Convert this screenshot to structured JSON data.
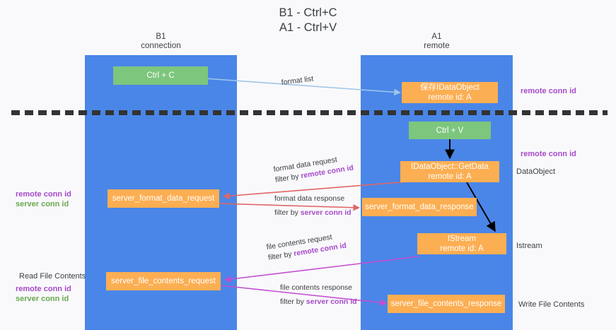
{
  "title": {
    "line1": "B1 - Ctrl+C",
    "line2": "A1 - Ctrl+V"
  },
  "lanes": [
    {
      "id": "b1",
      "line1": "B1",
      "line2": "connection",
      "color": "#4a86e8"
    },
    {
      "id": "a1",
      "line1": "A1",
      "line2": "remote",
      "color": "#4a86e8"
    }
  ],
  "colors": {
    "lane": "#4a86e8",
    "green_node": "#7dc67d",
    "orange_node": "#fcae52",
    "remote_conn_id": "#a64ac9",
    "server_conn_id": "#6aa84f",
    "arrow_format_list": "#9fc5e8",
    "arrow_format_data": "#e06666",
    "arrow_file_contents": "#c34fd0",
    "arrow_black": "#000000",
    "separator": "#333333",
    "background": "#f9f9fb"
  },
  "nodes": [
    {
      "key": "ctrl_c",
      "line1": "Ctrl + C",
      "line2": "",
      "style": "green"
    },
    {
      "key": "save_idataobject",
      "line1": "保存IDataObject",
      "line2": "remote id: A",
      "style": "orange"
    },
    {
      "key": "ctrl_v",
      "line1": "Ctrl + V",
      "line2": "",
      "style": "green"
    },
    {
      "key": "idataobject_getdata",
      "line1": "IDataObject::GetData",
      "line2": "remote id: A",
      "style": "orange"
    },
    {
      "key": "server_format_data_request",
      "line1": "server_format_data_request",
      "line2": "",
      "style": "orange"
    },
    {
      "key": "server_format_data_response",
      "line1": "server_format_data_response",
      "line2": "",
      "style": "orange"
    },
    {
      "key": "istream",
      "line1": "IStream",
      "line2": "remote id: A",
      "style": "orange"
    },
    {
      "key": "server_file_contents_request",
      "line1": "server_file_contents_request",
      "line2": "",
      "style": "orange"
    },
    {
      "key": "server_file_contents_response",
      "line1": "server_file_contents_response",
      "line2": "",
      "style": "orange"
    }
  ],
  "edge_labels": {
    "format_list": {
      "text": "format list"
    },
    "format_data_request": {
      "line1": "format data request",
      "line2_prefix": "filter by ",
      "line2_key": "remote conn id"
    },
    "format_data_response": {
      "line1": "format data response",
      "line2_prefix": "filter by ",
      "line2_key": "server conn id"
    },
    "file_contents_request": {
      "line1": "file contents request",
      "line2_prefix": "filter by ",
      "line2_key": "remote conn id"
    },
    "file_contents_response": {
      "line1": "file contents response",
      "line2_prefix": "filter by ",
      "line2_key": "server conn id"
    }
  },
  "annotations": {
    "right_remote_conn_top": "remote conn id",
    "right_remote_conn_mid": "remote conn id",
    "right_dataobject": "DataObject",
    "right_istream": "Istream",
    "right_write_file_contents": "Write File Contents",
    "left_mid_remote": "remote conn id",
    "left_mid_server": "server conn id",
    "left_read_file_contents": "Read File Contents",
    "left_bot_remote": "remote conn id",
    "left_bot_server": "server conn id"
  }
}
